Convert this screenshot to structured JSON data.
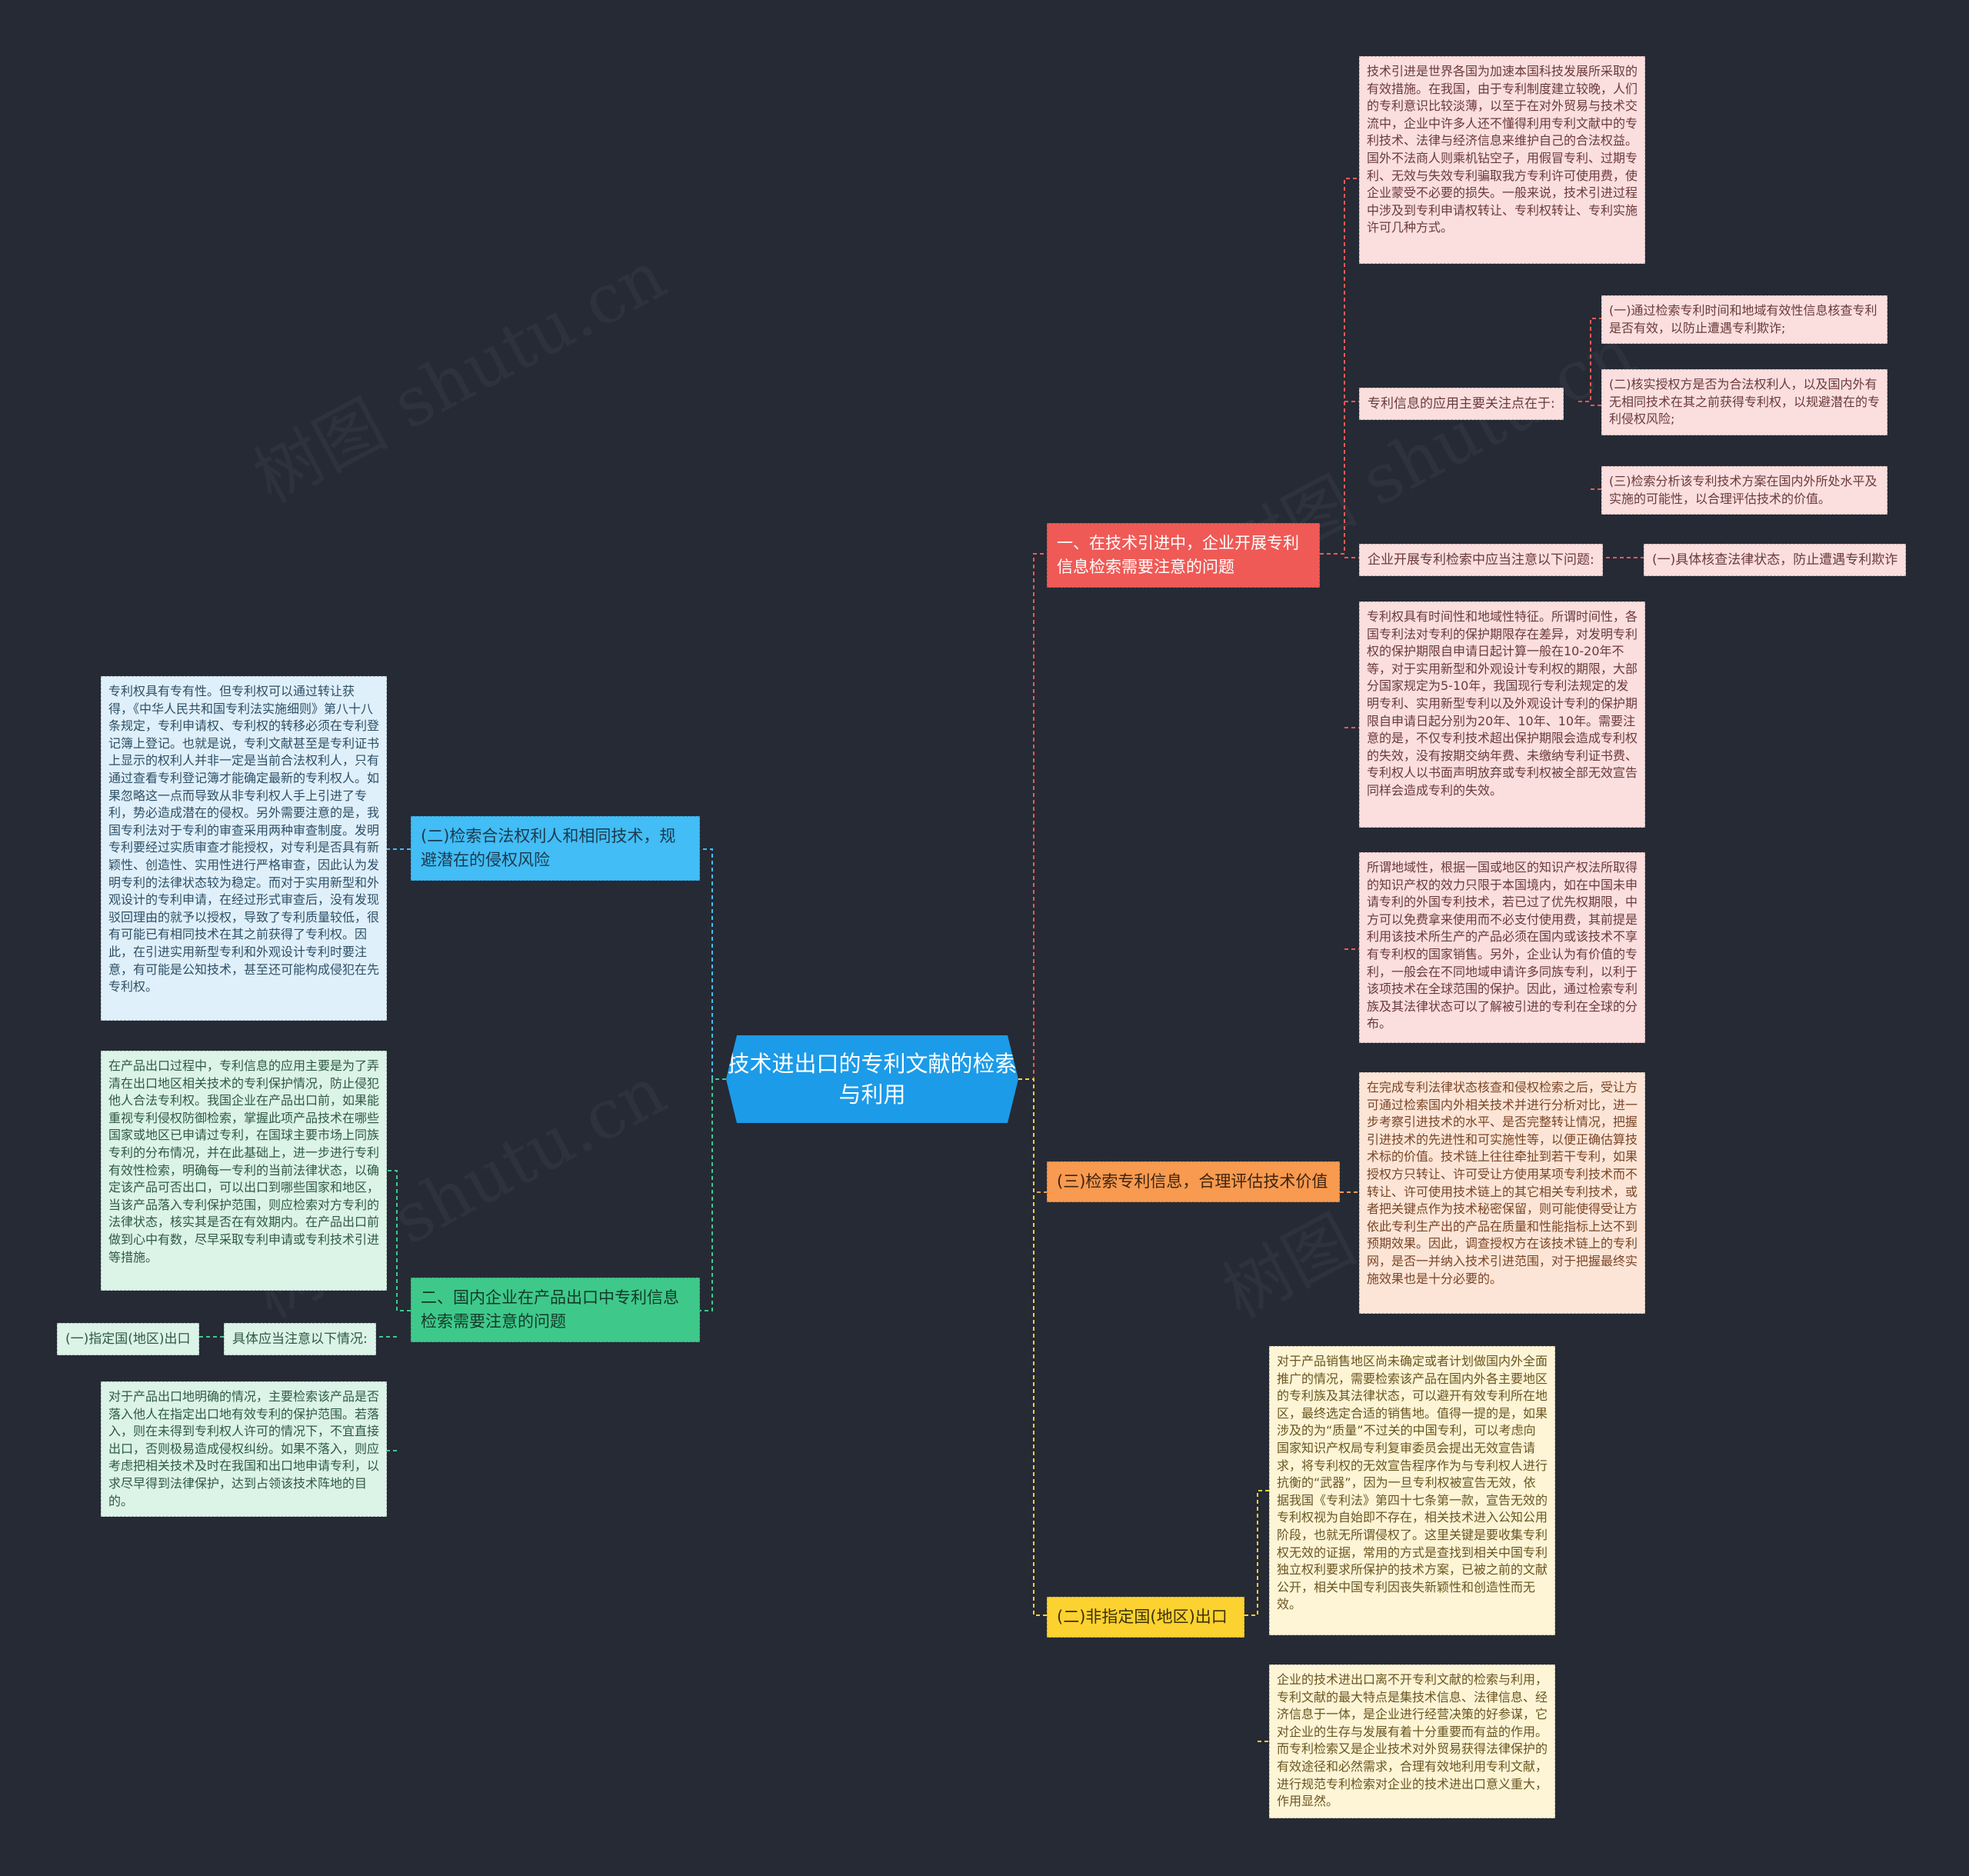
{
  "root": {
    "label": "技术进出口的专利文献的检索与利用"
  },
  "branches": {
    "b1": {
      "label": "一、在技术引进中，企业开展专利信息检索需要注意的问题",
      "intro": "技术引进是世界各国为加速本国科技发展所采取的有效措施。在我国，由于专利制度建立较晚，人们的专利意识比较淡薄，以至于在对外贸易与技术交流中，企业中许多人还不懂得利用专利文献中的专利技术、法律与经济信息来维护自己的合法权益。国外不法商人则乘机钻空子，用假冒专利、过期专利、无效与失效专利骗取我方专利许可使用费，使企业蒙受不必要的损失。一般来说，技术引进过程中涉及到专利申请权转让、专利权转让、专利实施许可几种方式。",
      "focus_label": "专利信息的应用主要关注点在于:",
      "focus_items": [
        "(一)通过检索专利时间和地域有效性信息核查专利是否有效，以防止遭遇专利欺诈;",
        "(二)核实授权方是否为合法权利人，以及国内外有无相同技术在其之前获得专利权，以规避潜在的专利侵权风险;",
        "(三)检索分析该专利技术方案在国内外所处水平及实施的可能性，以合理评估技术的价值。"
      ],
      "check_label": "企业开展专利检索中应当注意以下问题:",
      "check_item": "(一)具体核查法律状态，防止遭遇专利欺诈",
      "time_text": "专利权具有时间性和地域性特征。所谓时间性，各国专利法对专利的保护期限存在差异，对发明专利权的保护期限自申请日起计算一般在10-20年不等，对于实用新型和外观设计专利权的期限，大部分国家规定为5-10年，我国现行专利法规定的发明专利、实用新型专利以及外观设计专利的保护期限自申请日起分别为20年、10年、10年。需要注意的是，不仅专利技术超出保护期限会造成专利权的失效，没有按期交纳年费、未缴纳专利证书费、专利权人以书面声明放弃或专利权被全部无效宣告同样会造成专利的失效。",
      "region_text": "所谓地域性，根据一国或地区的知识产权法所取得的知识产权的效力只限于本国境内，如在中国未申请专利的外国专利技术，若已过了优先权期限，中方可以免费拿来使用而不必支付使用费，其前提是利用该技术所生产的产品必须在国内或该技术不享有专利权的国家销售。另外，企业认为有价值的专利，一般会在不同地域申请许多同族专利，以利于该项技术在全球范围的保护。因此，通过检索专利族及其法律状态可以了解被引进的专利在全球的分布。"
    },
    "b2": {
      "label": "(二)检索合法权利人和相同技术，规避潜在的侵权风险",
      "text": "专利权具有专有性。但专利权可以通过转让获得，《中华人民共和国专利法实施细则》第八十八条规定，专利申请权、专利权的转移必须在专利登记簿上登记。也就是说，专利文献甚至是专利证书上显示的权利人并非一定是当前合法权利人，只有通过查看专利登记簿才能确定最新的专利权人。如果忽略这一点而导致从非专利权人手上引进了专利，势必造成潜在的侵权。另外需要注意的是，我国专利法对于专利的审查采用两种审查制度。发明专利要经过实质审查才能授权，对专利是否具有新颖性、创造性、实用性进行严格审查，因此认为发明专利的法律状态较为稳定。而对于实用新型和外观设计的专利申请，在经过形式审查后，没有发现驳回理由的就予以授权，导致了专利质量较低，很有可能已有相同技术在其之前获得了专利权。因此，在引进实用新型专利和外观设计专利时要注意，有可能是公知技术，甚至还可能构成侵犯在先专利权。"
    },
    "b3": {
      "label": "(三)检索专利信息，合理评估技术价值",
      "text": "在完成专利法律状态核查和侵权检索之后，受让方可通过检索国内外相关技术并进行分析对比，进一步考察引进技术的水平、是否完整转让情况，把握引进技术的先进性和可实施性等，以便正确估算技术标的价值。技术链上往往牵扯到若干专利，如果授权方只转让、许可受让方使用某项专利技术而不转让、许可使用技术链上的其它相关专利技术，或者把关键点作为技术秘密保留，则可能使得受让方依此专利生产出的产品在质量和性能指标上达不到预期效果。因此，调查授权方在该技术链上的专利网，是否一并纳入技术引进范围，对于把握最终实施效果也是十分必要的。"
    },
    "b4": {
      "label": "二、国内企业在产品出口中专利信息检索需要注意的问题",
      "text": "在产品出口过程中，专利信息的应用主要是为了弄清在出口地区相关技术的专利保护情况，防止侵犯他人合法专利权。我国企业在产品出口前，如果能重视专利侵权防御检索，掌握此项产品技术在哪些国家或地区已申请过专利，在国球主要市场上同族专利的分布情况，并在此基础上，进一步进行专利有效性检索，明确每一专利的当前法律状态，以确定该产品可否出口，可以出口到哪些国家和地区，当该产品落入专利保护范围，则应检索对方专利的法律状态，核实其是否在有效期内。在产品出口前做到心中有数，尽早采取专利申请或专利技术引进等措施。",
      "note_label": "具体应当注意以下情况:",
      "note_item": "(一)指定国(地区)出口",
      "detail": "对于产品出口地明确的情况，主要检索该产品是否落入他人在指定出口地有效专利的保护范围。若落入，则在未得到专利权人许可的情况下，不宜直接出口，否则极易造成侵权纠纷。如果不落入，则应考虑把相关技术及时在我国和出口地申请专利，以求尽早得到法律保护，达到占领该技术阵地的目的。"
    },
    "b5": {
      "label": "(二)非指定国(地区)出口",
      "text1": "对于产品销售地区尚未确定或者计划做国内外全面推广的情况，需要检索该产品在国内外各主要地区的专利族及其法律状态，可以避开有效专利所在地区，最终选定合适的销售地。值得一提的是，如果涉及的为“质量”不过关的中国专利，可以考虑向国家知识产权局专利复审委员会提出无效宣告请求，将专利权的无效宣告程序作为与专利权人进行抗衡的“武器”，因为一旦专利权被宣告无效，依据我国《专利法》第四十七条第一款，宣告无效的专利权视为自始即不存在，相关技术进入公知公用阶段，也就无所谓侵权了。这里关键是要收集专利权无效的证据，常用的方式是查找到相关中国专利独立权利要求所保护的技术方案，已被之前的文献公开，相关中国专利因丧失新颖性和创造性而无效。",
      "text2": "企业的技术进出口离不开专利文献的检索与利用，专利文献的最大特点是集技术信息、法律信息、经济信息于一体，是企业进行经营决策的好参谋，它对企业的生存与发展有着十分重要而有益的作用。而专利检索又是企业技术对外贸易获得法律保护的有效途径和必然需求，合理有效地利用专利文献，进行规范专利检索对企业的技术进出口意义重大，作用显然。"
    }
  },
  "colors": {
    "background": "#252a35",
    "root": "#1c9be8",
    "red": "#ef5a56",
    "sky": "#42bdf5",
    "green": "#3ec98a",
    "orange": "#f89a4f",
    "yellow": "#fcd230"
  }
}
